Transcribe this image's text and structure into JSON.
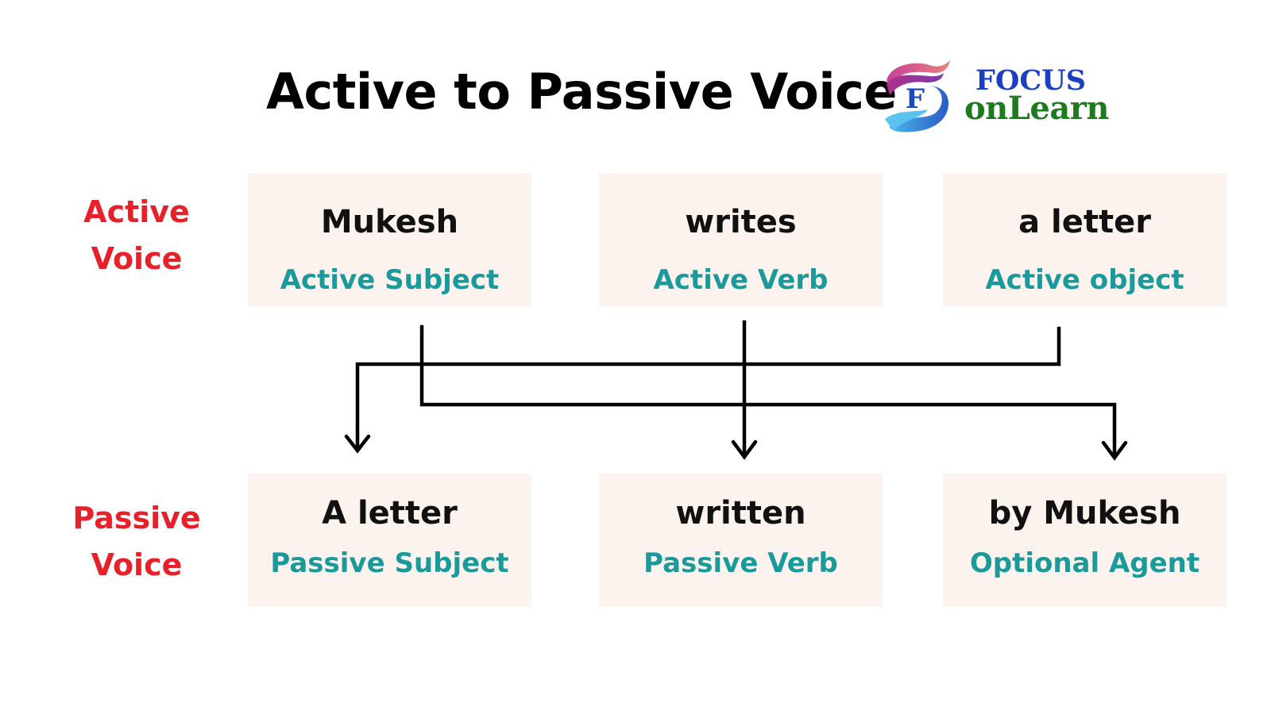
{
  "title": "Active to Passive Voice",
  "logo": {
    "icon_letter": "F",
    "line1": "FOCUS",
    "line2": "onLearn",
    "colors": {
      "line1": "#1a3fc0",
      "line2": "#1e7a1e"
    }
  },
  "rows": {
    "active": {
      "label_line1": "Active",
      "label_line2": "Voice",
      "boxes": [
        {
          "main": "Mukesh",
          "sub": "Active Subject"
        },
        {
          "main": "writes",
          "sub": "Active Verb"
        },
        {
          "main": "a letter",
          "sub": "Active object"
        }
      ]
    },
    "passive": {
      "label_line1": "Passive",
      "label_line2": "Voice",
      "boxes": [
        {
          "main": "A letter",
          "sub": "Passive Subject"
        },
        {
          "main": "written",
          "sub": "Passive Verb"
        },
        {
          "main": "by Mukesh",
          "sub": "Optional Agent"
        }
      ]
    }
  },
  "mappings": [
    {
      "from": "Active object",
      "to": "Passive Subject"
    },
    {
      "from": "Active Verb",
      "to": "Passive Verb"
    },
    {
      "from": "Active Subject",
      "to": "Optional Agent"
    }
  ],
  "colors": {
    "row_label": "#e8202a",
    "box_background": "#fdf3ee",
    "main_text": "#111111",
    "sub_text": "#1a9a9a",
    "arrow": "#000000"
  }
}
